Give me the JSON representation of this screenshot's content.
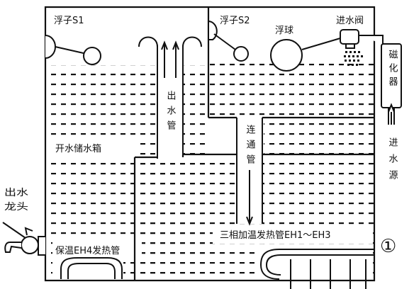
{
  "colors": {
    "ink": "#111111",
    "paper": "#ffffff"
  },
  "labels": {
    "float_s1": "浮子S1",
    "float_s2": "浮子S2",
    "float_ball": "浮球",
    "inlet_valve": "进水阀",
    "outlet_pipe": "出水管",
    "magnetizer": "磁化器",
    "water_source": "进水源",
    "storage_tank": "开水储水箱",
    "connecting_pipe": "连通管",
    "tap": "出水龙头",
    "insulation_heater": "保温EH4发热管",
    "heating_tubes": "三相加温发热管EH1～EH3",
    "figure_number": "①"
  },
  "components": [
    {
      "name": "float-s1",
      "label_key": "float_s1",
      "icon": "float-icon"
    },
    {
      "name": "float-s2",
      "label_key": "float_s2",
      "icon": "float-icon"
    },
    {
      "name": "float-ball",
      "label_key": "float_ball",
      "icon": "ball-icon"
    },
    {
      "name": "inlet-valve",
      "label_key": "inlet_valve",
      "icon": "valve-icon"
    },
    {
      "name": "magnetizer",
      "label_key": "magnetizer",
      "icon": "magnetizer-icon"
    },
    {
      "name": "water-tap",
      "label_key": "tap",
      "icon": "tap-icon"
    },
    {
      "name": "heater-eh4",
      "label_key": "insulation_heater",
      "icon": "heater-icon"
    },
    {
      "name": "heater-eh1-eh3",
      "label_key": "heating_tubes",
      "icon": "heater-icon"
    }
  ]
}
